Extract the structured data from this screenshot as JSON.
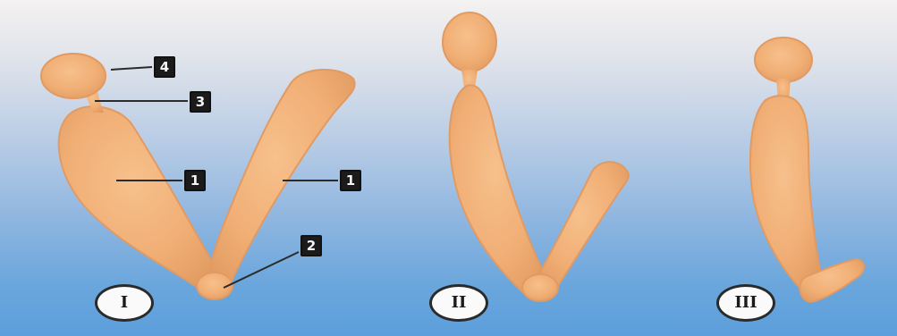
{
  "callouts": {
    "c4": "4",
    "c3": "3",
    "c1_left": "1",
    "c1_right": "1",
    "c2": "2"
  },
  "stages": [
    "I",
    "II",
    "III"
  ],
  "colors": {
    "body_fill": "#f1b37c",
    "body_edge": "#e29a63",
    "pointer": "#2b2b2b"
  }
}
